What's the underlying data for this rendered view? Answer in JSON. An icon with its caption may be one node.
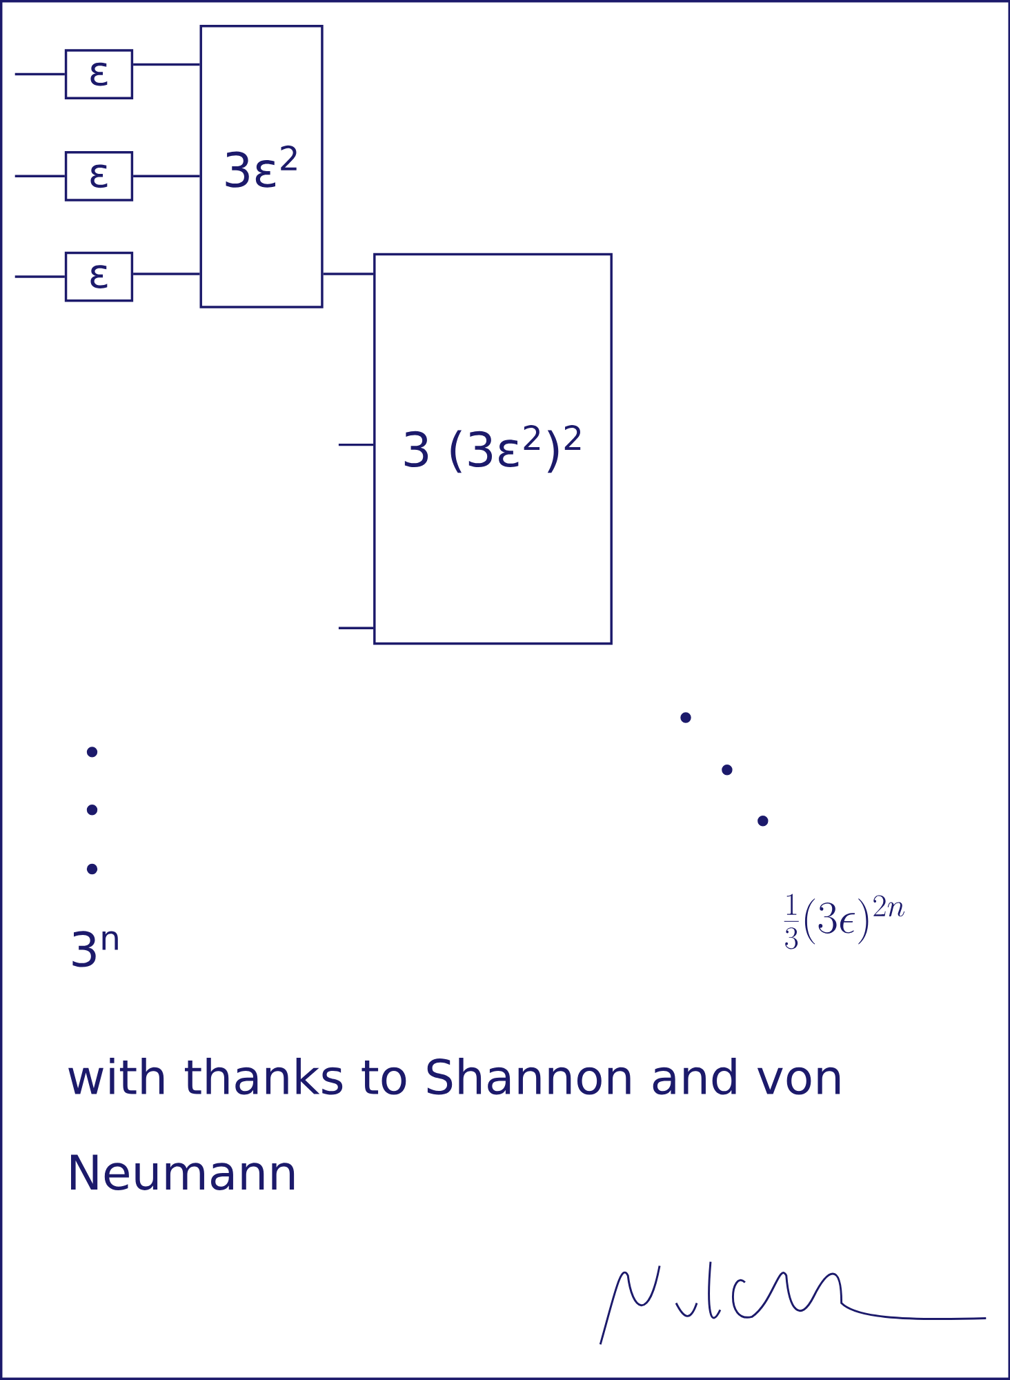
{
  "diagram": {
    "nodes": [
      {
        "text": [
          "ε"
        ]
      },
      {
        "text": [
          "ε"
        ]
      },
      {
        "text": [
          "ε"
        ]
      },
      {
        "text": [
          "3ε$^{2}$"
        ]
      },
      {
        "text": [
          "3 (3ε$^{2}$)$^{2}$"
        ]
      }
    ],
    "edges": [
      {
        "from": null,
        "to": 0,
        "arrow": "none"
      },
      {
        "from": null,
        "to": 1,
        "arrow": "none"
      },
      {
        "from": null,
        "to": 2,
        "arrow": "none"
      },
      {
        "from": 0,
        "to": 3,
        "arrow": "none"
      },
      {
        "from": 1,
        "to": 3,
        "arrow": "none"
      },
      {
        "from": 2,
        "to": 3,
        "arrow": "none"
      },
      {
        "from": 3,
        "to": 4,
        "arrow": "none"
      },
      {
        "from": null,
        "to": 4,
        "arrow": "none"
      },
      {
        "from": null,
        "to": 4,
        "arrow": "none"
      }
    ],
    "labels": [
      "3$^{n}$",
      "\\frac{1}{3}(3\\epsilon)^{2n}",
      "with thanks to Shannon and von Neumann"
    ]
  }
}
